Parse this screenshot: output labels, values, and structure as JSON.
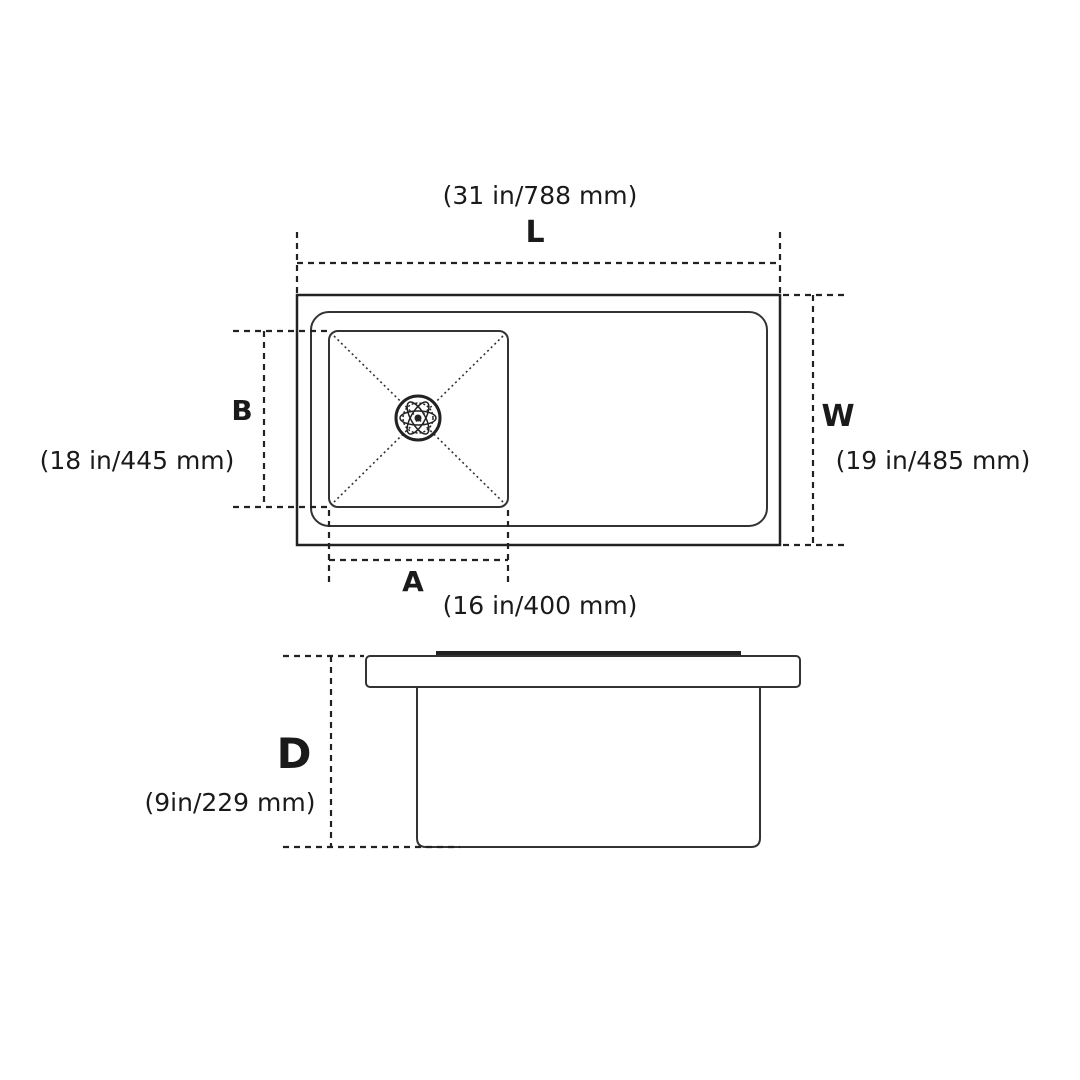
{
  "top_view": {
    "length": {
      "letter": "L",
      "value": "(31 in/788 mm)"
    },
    "width": {
      "letter": "W",
      "value": "(19 in/485 mm)"
    },
    "bowl_depth_b": {
      "letter": "B",
      "value": "(18 in/445 mm)"
    },
    "bowl_width_a": {
      "letter": "A",
      "value": "(16 in/400 mm)"
    }
  },
  "side_view": {
    "depth": {
      "letter": "D",
      "value": "(9in/229 mm)"
    }
  }
}
